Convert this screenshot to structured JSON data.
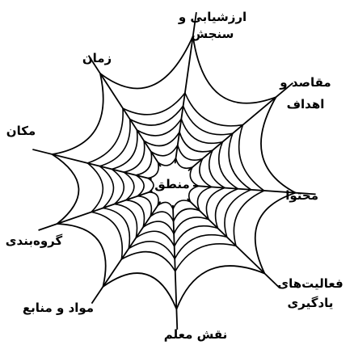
{
  "center_label": "منطق",
  "spokes": [
    {
      "id": "evaluation",
      "lines": [
        "ارزشیابی و",
        "سنجش"
      ]
    },
    {
      "id": "goals",
      "lines": [
        "مقاصد و",
        "اهداف"
      ]
    },
    {
      "id": "content",
      "lines": [
        "محتوا"
      ]
    },
    {
      "id": "learning-activities",
      "lines": [
        "فعالیت‌های",
        "یادگیری"
      ]
    },
    {
      "id": "teacher-role",
      "lines": [
        "نقش معلم"
      ]
    },
    {
      "id": "materials",
      "lines": [
        "مواد و منابع"
      ]
    },
    {
      "id": "grouping",
      "lines": [
        "گروه‌بندی"
      ]
    },
    {
      "id": "place",
      "lines": [
        "مکان"
      ]
    },
    {
      "id": "time",
      "lines": [
        "زمان"
      ]
    }
  ],
  "colors": {
    "stroke": "#000000",
    "text": "#000000",
    "background": "#ffffff"
  }
}
